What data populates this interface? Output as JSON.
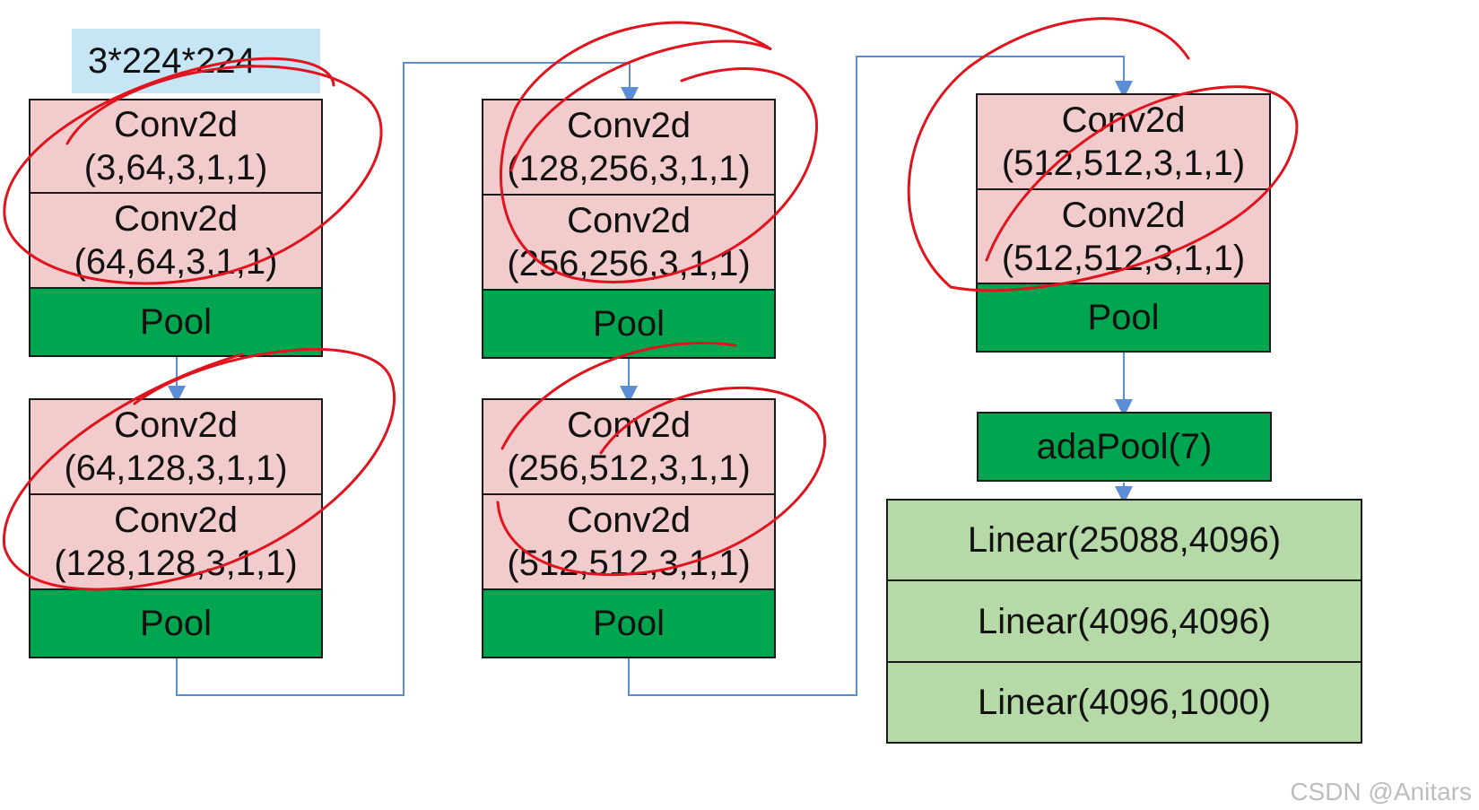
{
  "input_label": "3*224*224",
  "stage1": {
    "conv_a": {
      "name": "Conv2d",
      "params": "(3,64,3,1,1)"
    },
    "conv_b": {
      "name": "Conv2d",
      "params": "(64,64,3,1,1)"
    },
    "pool": "Pool"
  },
  "stage2": {
    "conv_a": {
      "name": "Conv2d",
      "params": "(64,128,3,1,1)"
    },
    "conv_b": {
      "name": "Conv2d",
      "params": "(128,128,3,1,1)"
    },
    "pool": "Pool"
  },
  "stage3": {
    "conv_a": {
      "name": "Conv2d",
      "params": "(128,256,3,1,1)"
    },
    "conv_b": {
      "name": "Conv2d",
      "params": "(256,256,3,1,1)"
    },
    "pool": "Pool"
  },
  "stage4": {
    "conv_a": {
      "name": "Conv2d",
      "params": "(256,512,3,1,1)"
    },
    "conv_b": {
      "name": "Conv2d",
      "params": "(512,512,3,1,1)"
    },
    "pool": "Pool"
  },
  "stage5": {
    "conv_a": {
      "name": "Conv2d",
      "params": "(512,512,3,1,1)"
    },
    "conv_b": {
      "name": "Conv2d",
      "params": "(512,512,3,1,1)"
    },
    "pool": "Pool"
  },
  "adapool": "adaPool(7)",
  "linear": [
    "Linear(25088,4096)",
    "Linear(4096,4096)",
    "Linear(4096,1000)"
  ],
  "watermark": "CSDN @Anitars",
  "colors": {
    "conv": "#f2cccc",
    "pool": "#00a64f",
    "linear": "#b5d9a7",
    "input": "#c6e5f5",
    "arrow": "#5b8ed6",
    "annotation": "#e0141e"
  }
}
